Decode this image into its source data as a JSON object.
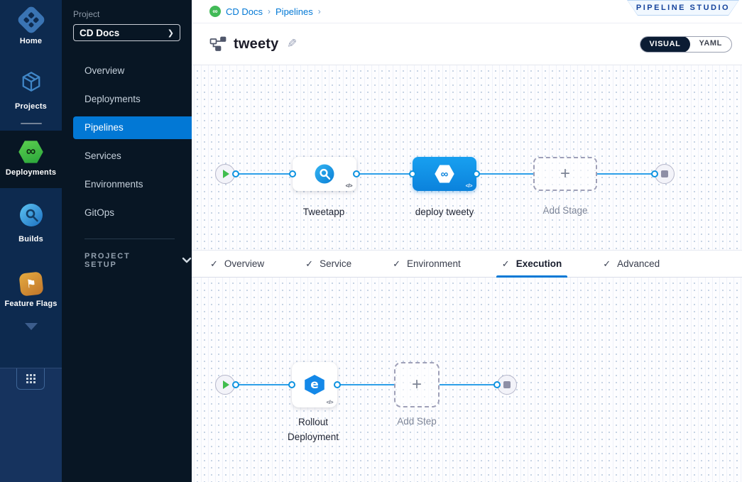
{
  "colors": {
    "accent": "#0278d5",
    "edge_blue": "#2d9fe8",
    "rail_bg": "#0d2a4f",
    "sidebar_bg": "#081624",
    "cd_green": "#42ba57",
    "badge_text": "#15439c"
  },
  "rail": {
    "items": [
      {
        "label": "Home",
        "icon": "harness-home-icon"
      },
      {
        "label": "Projects",
        "icon": "projects-cube-icon"
      },
      {
        "label": "Deployments",
        "icon": "deployments-cd-icon",
        "active": true
      },
      {
        "label": "Builds",
        "icon": "builds-ci-icon"
      },
      {
        "label": "Feature Flags",
        "icon": "feature-flags-icon"
      }
    ]
  },
  "sidebar": {
    "project_label": "Project",
    "project_selector": "CD Docs",
    "nav": [
      {
        "label": "Overview"
      },
      {
        "label": "Deployments"
      },
      {
        "label": "Pipelines",
        "active": true
      },
      {
        "label": "Services"
      },
      {
        "label": "Environments"
      },
      {
        "label": "GitOps"
      }
    ],
    "section_label": "PROJECT SETUP"
  },
  "header": {
    "breadcrumb": {
      "project": "CD Docs",
      "section": "Pipelines",
      "separator": "›"
    },
    "studio_badge": "PIPELINE STUDIO",
    "pipeline_name": "tweety",
    "view_toggle": {
      "visual": "VISUAL",
      "yaml": "YAML",
      "selected": "VISUAL"
    }
  },
  "stage_pipeline": {
    "stages": [
      {
        "label": "Tweetapp",
        "type": "ci-stage"
      },
      {
        "label": "deploy tweety",
        "type": "cd-stage",
        "selected": true
      },
      {
        "label": "Add Stage",
        "type": "add-stage"
      }
    ]
  },
  "tabs": {
    "items": [
      {
        "label": "Overview",
        "completed": true
      },
      {
        "label": "Service",
        "completed": true
      },
      {
        "label": "Environment",
        "completed": true
      },
      {
        "label": "Execution",
        "completed": true,
        "active": true
      },
      {
        "label": "Advanced",
        "completed": true
      }
    ]
  },
  "execution_pipeline": {
    "steps": [
      {
        "label": "Rollout Deployment",
        "type": "rollout-step"
      },
      {
        "label": "Add Step",
        "type": "add-step"
      }
    ]
  },
  "icons": {
    "check": "✓",
    "plus": "+",
    "chevron_right": "❯",
    "pencil": "✎",
    "code": "</>",
    "infinity": "∞",
    "flag": "⚑",
    "e_glyph": "e"
  }
}
